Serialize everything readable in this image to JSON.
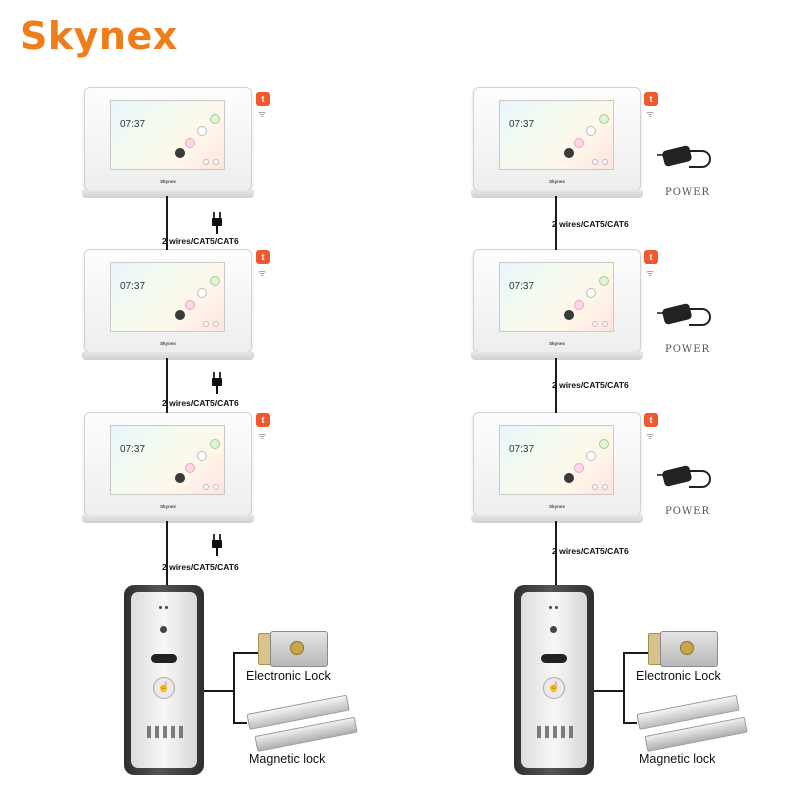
{
  "brand": {
    "name": "Skynex",
    "color": "#ef7d1a"
  },
  "monitor": {
    "label": "Skynex",
    "screen_time": "07:37",
    "app_badge_icon": "tuya-t-icon",
    "app_badge_text": "t",
    "app_badge_color": "#f0582e",
    "wifi_icon": "wifi-icon",
    "wifi_glyph": "ᯤ"
  },
  "wire_label": "2 wires/CAT5/CAT6",
  "power_label": "POWER",
  "locks": {
    "electronic": "Electronic Lock",
    "magnetic": "Magnetic lock"
  },
  "doorbell_button_icon": "hand-icon",
  "doorbell_button_glyph": "☝"
}
